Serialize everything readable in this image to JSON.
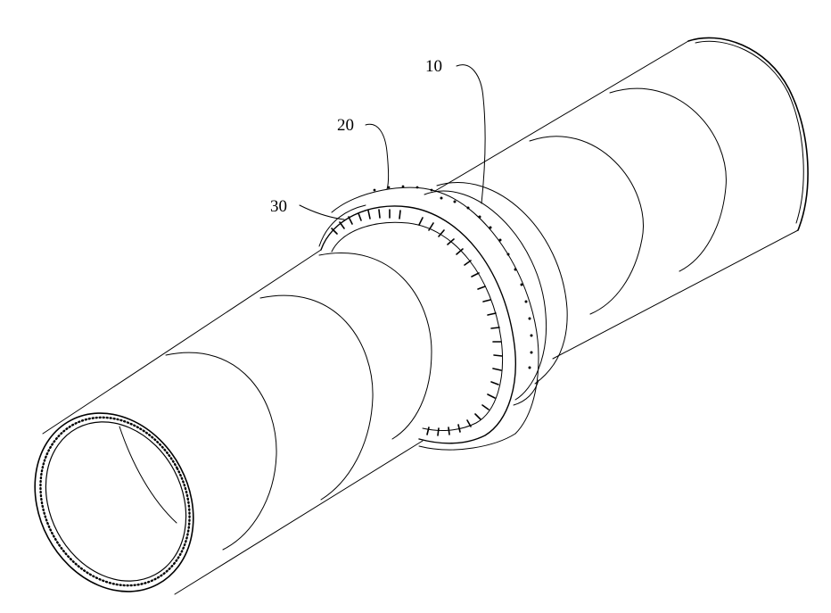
{
  "figure": {
    "reference_labels": {
      "ring_10": "10",
      "ring_20": "20",
      "bearing_30": "30"
    }
  },
  "colors": {
    "stroke": "#000000",
    "background": "#ffffff"
  }
}
